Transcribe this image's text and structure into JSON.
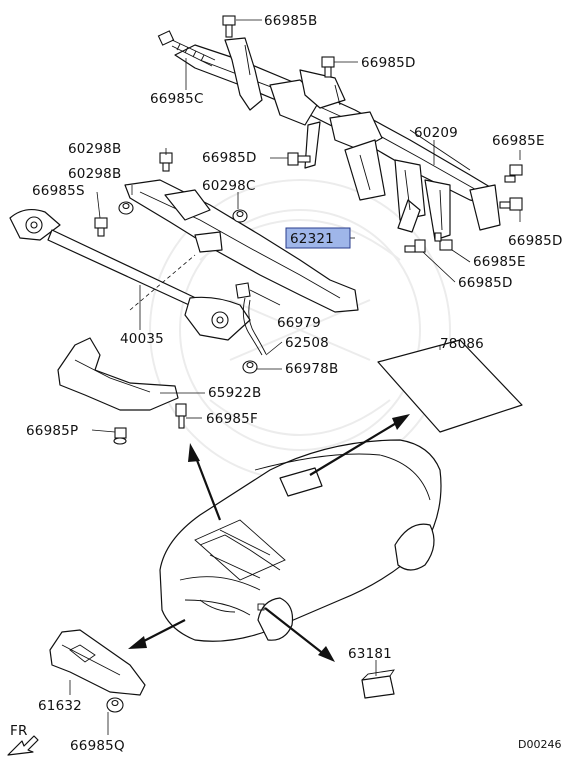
{
  "labels": {
    "p66985B": "66985B",
    "p66985D_top": "66985D",
    "p66985C": "66985C",
    "p60209": "60209",
    "p66985E_top": "66985E",
    "p60298B_1": "60298B",
    "p60298B_2": "60298B",
    "p66985D_mid": "66985D",
    "p66985S": "66985S",
    "p60298C": "60298C",
    "p62321": "62321",
    "p66985D_right": "66985D",
    "p66985E_mid": "66985E",
    "p66985D_low": "66985D",
    "p66979": "66979",
    "p40035": "40035",
    "p62508": "62508",
    "p78086": "78086",
    "p66978B": "66978B",
    "p65922B": "65922B",
    "p66985F": "66985F",
    "p66985P": "66985P",
    "p63181": "63181",
    "p61632": "61632",
    "p66985Q": "66985Q",
    "fr": "FR",
    "diagram_code": "D00246"
  },
  "highlight_color": "#9fb6e9"
}
